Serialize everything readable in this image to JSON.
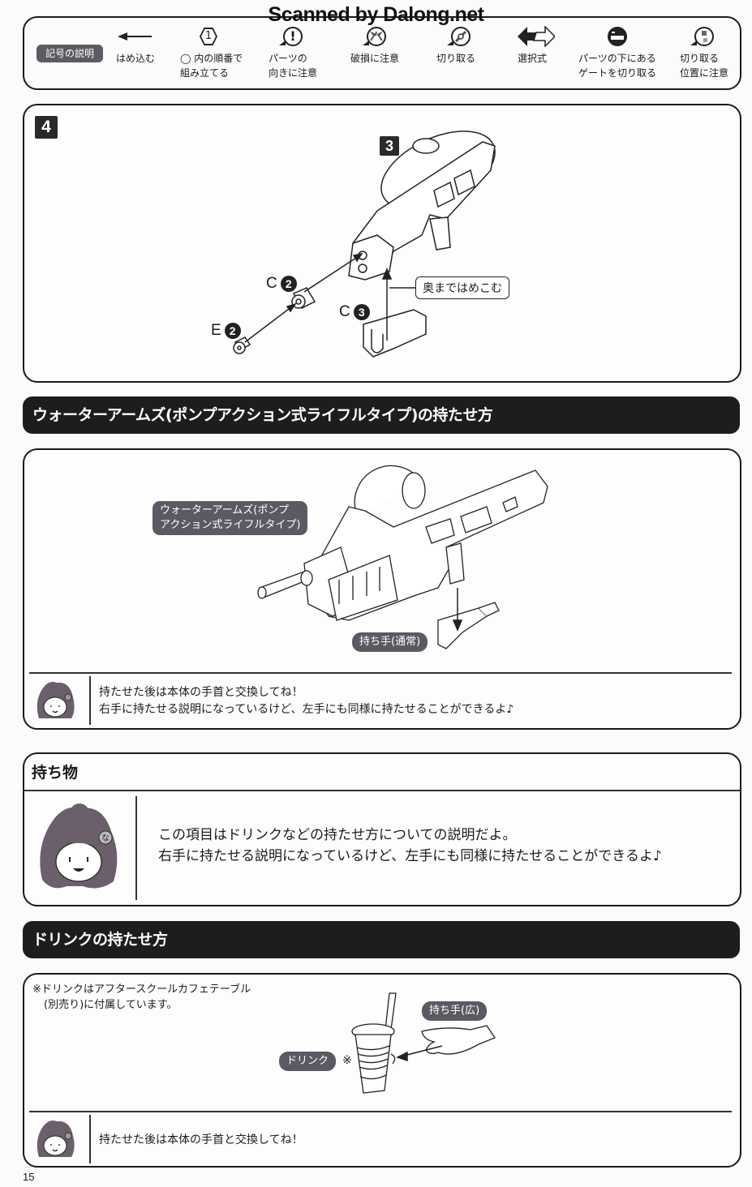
{
  "watermark": "Scanned by Dalong.net",
  "legend": {
    "title": "記号の説明",
    "items": [
      {
        "icon": "arrow-left-icon",
        "label": [
          "はめ込む"
        ]
      },
      {
        "icon": "hexagon-number-icon",
        "glyph": "1",
        "label": [
          "◯ 内の順番で",
          "組み立てる"
        ]
      },
      {
        "icon": "exclamation-icon",
        "glyph": "!",
        "label": [
          "パーツの",
          "向きに注意"
        ]
      },
      {
        "icon": "breakage-icon",
        "label": [
          "破損に注意"
        ]
      },
      {
        "icon": "cut-icon",
        "label": [
          "切り取る"
        ]
      },
      {
        "icon": "double-arrow-icon",
        "label": [
          "選択式"
        ]
      },
      {
        "icon": "gate-icon",
        "label": [
          "パーツの下にある",
          "ゲートを切り取る"
        ]
      },
      {
        "icon": "cut-position-icon",
        "label": [
          "切り取る",
          "位置に注意"
        ]
      }
    ]
  },
  "step4": {
    "step_number": "4",
    "sub_step": "3",
    "parts": [
      {
        "letter": "C",
        "number": "2"
      },
      {
        "letter": "C",
        "number": "3"
      },
      {
        "letter": "E",
        "number": "2"
      }
    ],
    "callout": "奥まではめこむ"
  },
  "section1": {
    "title": "ウォーターアームズ(ポンプアクション式ライフルタイプ)の持たせ方",
    "weapon_label": [
      "ウォーターアームズ(ポンプ",
      "アクション式ライフルタイプ)"
    ],
    "hand_label": "持ち手(通常)",
    "note": [
      "持たせた後は本体の手首と交換してね！",
      "右手に持たせる説明になっているけど、左手にも同様に持たせることができるよ♪"
    ]
  },
  "items_box": {
    "title": "持ち物",
    "hair_clip": "な",
    "text": [
      "この項目はドリンクなどの持たせ方についての説明だよ。",
      "右手に持たせる説明になっているけど、左手にも同様に持たせることができるよ♪"
    ]
  },
  "section2": {
    "title": "ドリンクの持たせ方",
    "footnote": [
      "※ドリンクはアフタースクールカフェテーブル",
      "(別売り)に付属しています。"
    ],
    "hand_label": "持ち手(広)",
    "drink_label": "ドリンク",
    "drink_mark": "※",
    "note": "持たせた後は本体の手首と交換してね！"
  },
  "page_number": "15",
  "colors": {
    "ink": "#1a1a1a",
    "pill": "#5c5963",
    "bar": "#1e1c1f",
    "paper": "#fbfbfb"
  }
}
